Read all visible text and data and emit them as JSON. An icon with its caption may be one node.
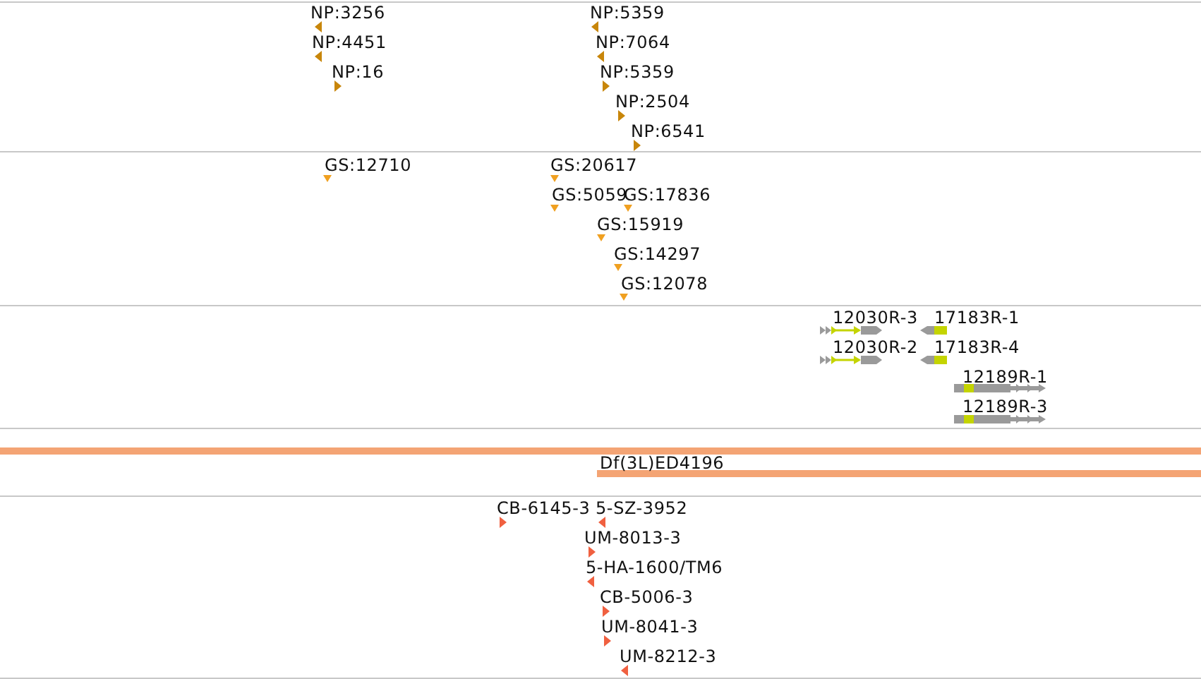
{
  "diagram": {
    "labels": [
      "NP:3256",
      "NP:4451",
      "NP:16",
      "NP:5359",
      "NP:7064",
      "NP:5359",
      "NP:2504",
      "NP:6541",
      "GS:12710",
      "GS:20617",
      "GS:5059",
      "GS:17836",
      "GS:15919",
      "GS:14297",
      "GS:12078",
      "12030R-3",
      "17183R-1",
      "12030R-2",
      "17183R-4",
      "12189R-1",
      "12189R-3",
      "Df(3L)ED4196",
      "CB-6145-3",
      "5-SZ-3952",
      "UM-8013-3",
      "5-HA-1600/TM6",
      "CB-5006-3",
      "UM-8041-3",
      "UM-8212-3"
    ]
  }
}
